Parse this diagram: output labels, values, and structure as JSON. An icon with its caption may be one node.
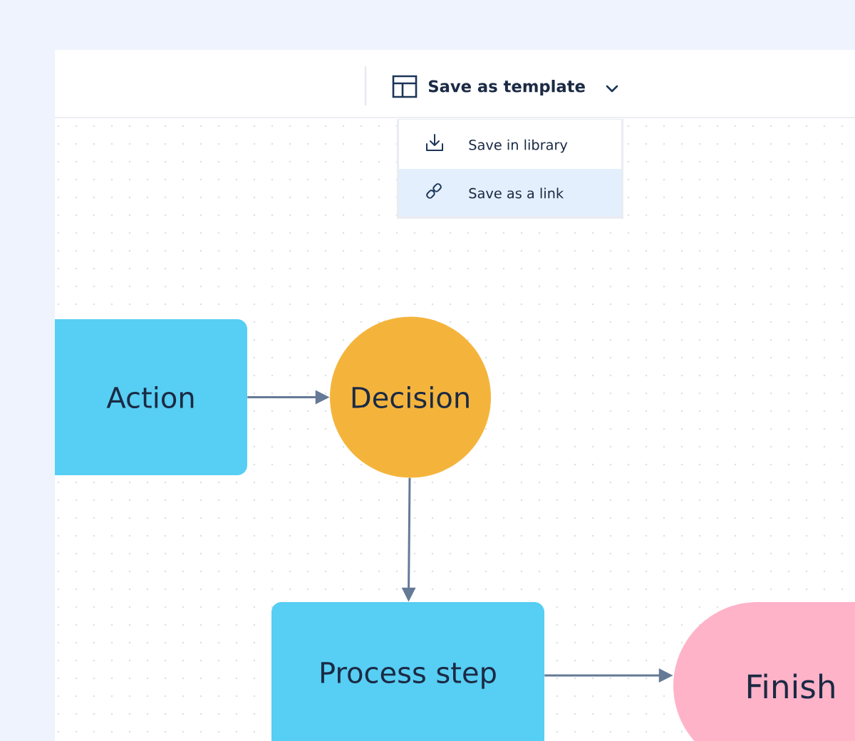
{
  "diagram": {
    "nodes": [
      {
        "text": [
          "Action"
        ]
      },
      {
        "text": [
          "Decision"
        ]
      },
      {
        "text": [
          "Process step"
        ]
      },
      {
        "text": [
          "Finish"
        ]
      }
    ],
    "edges": [
      {
        "from": 0,
        "to": 1,
        "arrow": "to"
      },
      {
        "from": 1,
        "to": 2,
        "arrow": "to"
      },
      {
        "from": 2,
        "to": 3,
        "arrow": "to"
      }
    ],
    "labels": [
      "Save as template",
      "Save in library",
      "Save as a link"
    ]
  }
}
